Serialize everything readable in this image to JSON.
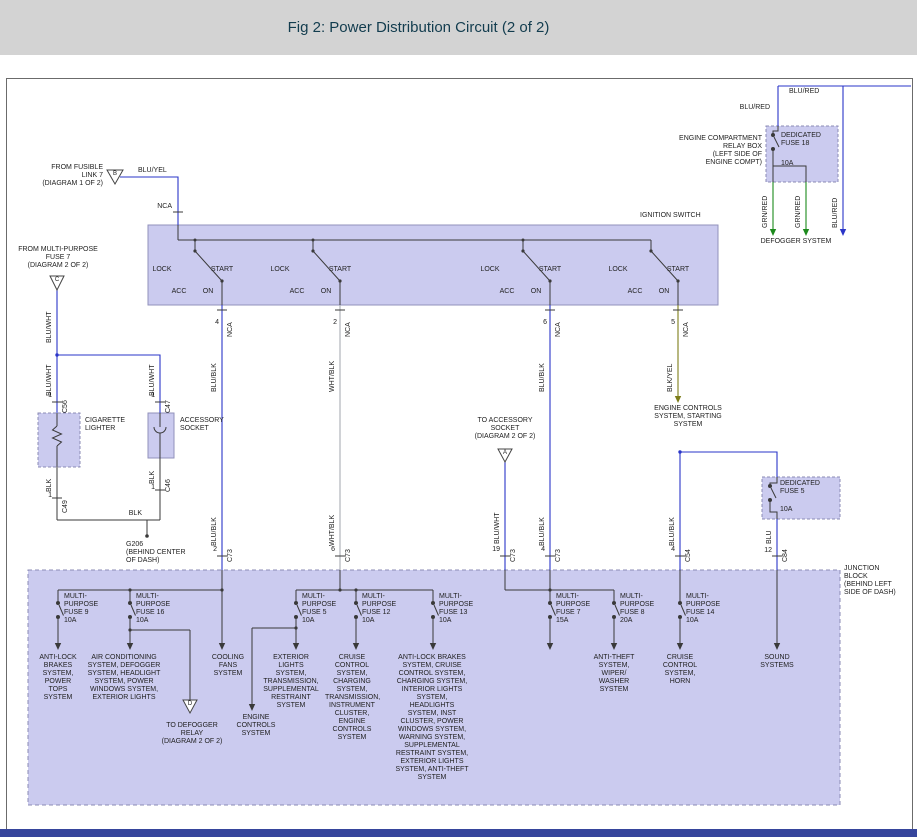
{
  "header": {
    "title": "Fig 2: Power Distribution Circuit (2 of 2)"
  },
  "colors": {
    "wire_blue": "#2a35c8",
    "wire_green": "#1d8a1d",
    "wire_olive": "#7d7d1a",
    "wire_white": "#a9adb5",
    "wire_dark": "#3a3a3a",
    "box_fill": "#cbcbef",
    "header_bg": "#d3d3d3",
    "accent_bar": "#36459c"
  },
  "top_right": {
    "wire_top": "BLU/RED",
    "wire_feed": "BLU/RED",
    "relay_box": "ENGINE COMPARTMENT\nRELAY BOX\n(LEFT SIDE OF\nENGINE COMPT)",
    "fuse_name": "DEDICATED\nFUSE 18",
    "fuse_amp": "10A",
    "wire_out1": "GRN/RED",
    "wire_out2": "GRN/RED",
    "wire_out3": "BLU/RED",
    "target": "DEFOGGER SYSTEM"
  },
  "feed": {
    "source": "FROM FUSIBLE\nLINK 7\n(DIAGRAM 1 OF 2)",
    "connector": "B",
    "wire": "BLU/YEL",
    "nca": "NCA"
  },
  "ignition": {
    "label": "IGNITION SWITCH",
    "lock": "LOCK",
    "start": "START",
    "acc": "ACC",
    "on": "ON",
    "outputs": [
      {
        "pin": "4",
        "nca": "NCA",
        "wire": "BLU/BLK"
      },
      {
        "pin": "2",
        "nca": "NCA",
        "wire": "WHT/BLK"
      },
      {
        "pin": "6",
        "nca": "NCA",
        "wire": "BLU/BLK"
      },
      {
        "pin": "5",
        "nca": "NCA",
        "wire": "BLK/YEL"
      }
    ]
  },
  "accessory_branch": {
    "source": "FROM MULTI-PURPOSE\nFUSE 7\n(DIAGRAM 2 OF 2)",
    "connector": "C",
    "wire": "BLU/WHT",
    "lighter": {
      "wire": "BLU/WHT",
      "pin": "1",
      "conn": "C56",
      "label": "CIGARETTE\nLIGHTER",
      "wire_out": "BLK",
      "pin_out": "1",
      "conn_out": "C49"
    },
    "socket": {
      "wire": "BLU/WHT",
      "pin": "1",
      "conn": "C47",
      "label": "ACCESSORY\nSOCKET",
      "wire_out": "BLK",
      "pin_out": "1",
      "conn_out": "C46"
    },
    "ground_wire": "BLK",
    "ground": "G206\n(BEHIND CENTER\nOF DASH)"
  },
  "accessory_feed": {
    "label": "TO ACCESSORY\nSOCKET\n(DIAGRAM 2 OF 2)",
    "connector": "A"
  },
  "engine_controls": {
    "label": "ENGINE CONTROLS\nSYSTEM, STARTING\nSYSTEM"
  },
  "dedicated5": {
    "fuse_name": "DEDICATED\nFUSE 5",
    "fuse_amp": "10A"
  },
  "junction_block": {
    "label": "JUNCTION\nBLOCK\n(BEHIND LEFT\nSIDE OF DASH)",
    "entries": [
      {
        "pin": "2",
        "conn": "C73",
        "wire": "BLU/BLK"
      },
      {
        "pin": "6",
        "conn": "C73",
        "wire": "WHT/BLK"
      },
      {
        "pin": "19",
        "conn": "C73",
        "wire": "BLU/WHT"
      },
      {
        "pin": "4",
        "conn": "C73",
        "wire": "BLU/BLK"
      },
      {
        "pin": "4",
        "conn": "C54",
        "wire": "BLU/BLK"
      },
      {
        "pin": "12",
        "conn": "C84",
        "wire": "BLU"
      }
    ],
    "fuses": [
      "MULTI-\nPURPOSE\nFUSE 9\n10A",
      "MULTI-\nPURPOSE\nFUSE 16\n10A",
      "MULTI-\nPURPOSE\nFUSE 5\n10A",
      "MULTI-\nPURPOSE\nFUSE 12\n10A",
      "MULTI-\nPURPOSE\nFUSE 13\n10A",
      "MULTI-\nPURPOSE\nFUSE 7\n15A",
      "MULTI-\nPURPOSE\nFUSE 8\n20A",
      "MULTI-\nPURPOSE\nFUSE 14\n10A"
    ],
    "systems": [
      "ANTI-LOCK\nBRAKES\nSYSTEM,\nPOWER\nTOPS\nSYSTEM",
      "AIR CONDITIONING\nSYSTEM, DEFOGGER\nSYSTEM, HEADLIGHT\nSYSTEM, POWER\nWINDOWS SYSTEM,\nEXTERIOR LIGHTS",
      "COOLING\nFANS\nSYSTEM",
      "EXTERIOR\nLIGHTS\nSYSTEM,\nTRANSMISSION,\nSUPPLEMENTAL\nRESTRAINT\nSYSTEM",
      "CRUISE\nCONTROL\nSYSTEM,\nCHARGING\nSYSTEM,\nTRANSMISSION,\nINSTRUMENT\nCLUSTER,\nENGINE\nCONTROLS\nSYSTEM",
      "ANTI-LOCK BRAKES\nSYSTEM, CRUISE\nCONTROL SYSTEM,\nCHARGING SYSTEM,\nINTERIOR LIGHTS\nSYSTEM,\nHEADLIGHTS\nSYSTEM, INST\nCLUSTER, POWER\nWINDOWS SYSTEM,\nWARNING SYSTEM,\nSUPPLEMENTAL\nRESTRAINT SYSTEM,\nEXTERIOR LIGHTS\nSYSTEM, ANTI-THEFT\nSYSTEM",
      "ANTI-THEFT\nSYSTEM,\nWIPER/\nWASHER\nSYSTEM",
      "CRUISE\nCONTROL\nSYSTEM,\nHORN",
      "SOUND\nSYSTEMS"
    ],
    "engine_controls": "ENGINE\nCONTROLS\nSYSTEM",
    "defogger_relay": {
      "label": "TO DEFOGGER\nRELAY\n(DIAGRAM 2 OF 2)",
      "connector": "D"
    }
  }
}
